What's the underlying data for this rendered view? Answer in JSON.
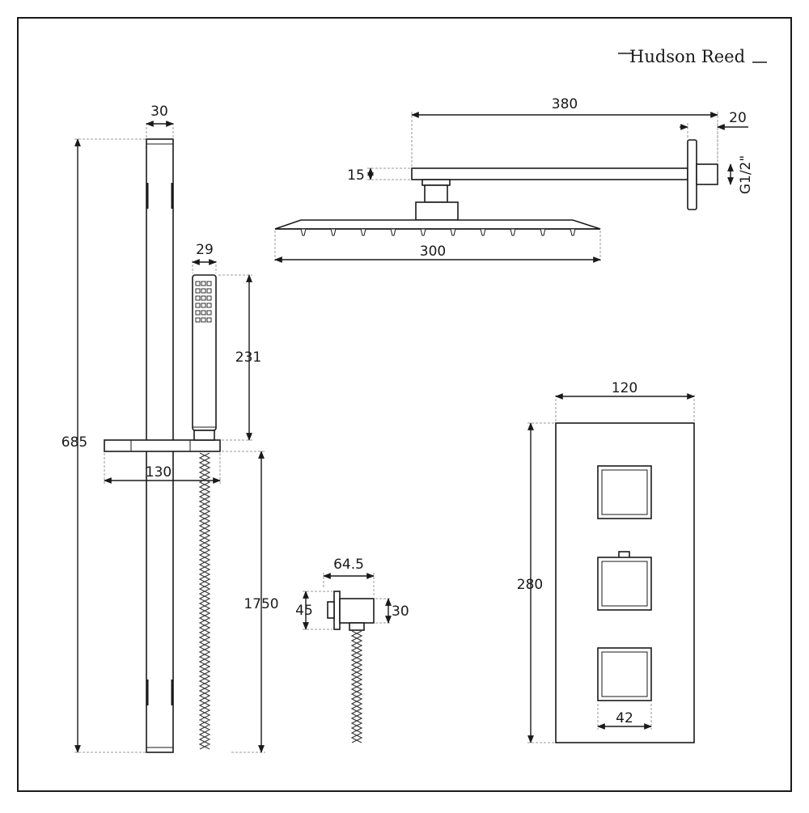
{
  "brand": {
    "name": "Hudson Reed"
  },
  "dimensions": {
    "rail_width": "30",
    "rail_height": "685",
    "handset_width": "29",
    "handset_length": "231",
    "bracket_width": "130",
    "hose_length": "1750",
    "outlet_width": "64.5",
    "outlet_height": "45",
    "outlet_depth": "30",
    "arm_length": "380",
    "arm_flange": "20",
    "arm_thickness": "15",
    "thread": "G1/2\"",
    "head_width": "300",
    "valve_width": "120",
    "valve_height": "280",
    "knob_width": "42"
  },
  "colors": {
    "line": "#1a1a1a",
    "extension": "#9a9a9a",
    "background": "#ffffff"
  }
}
